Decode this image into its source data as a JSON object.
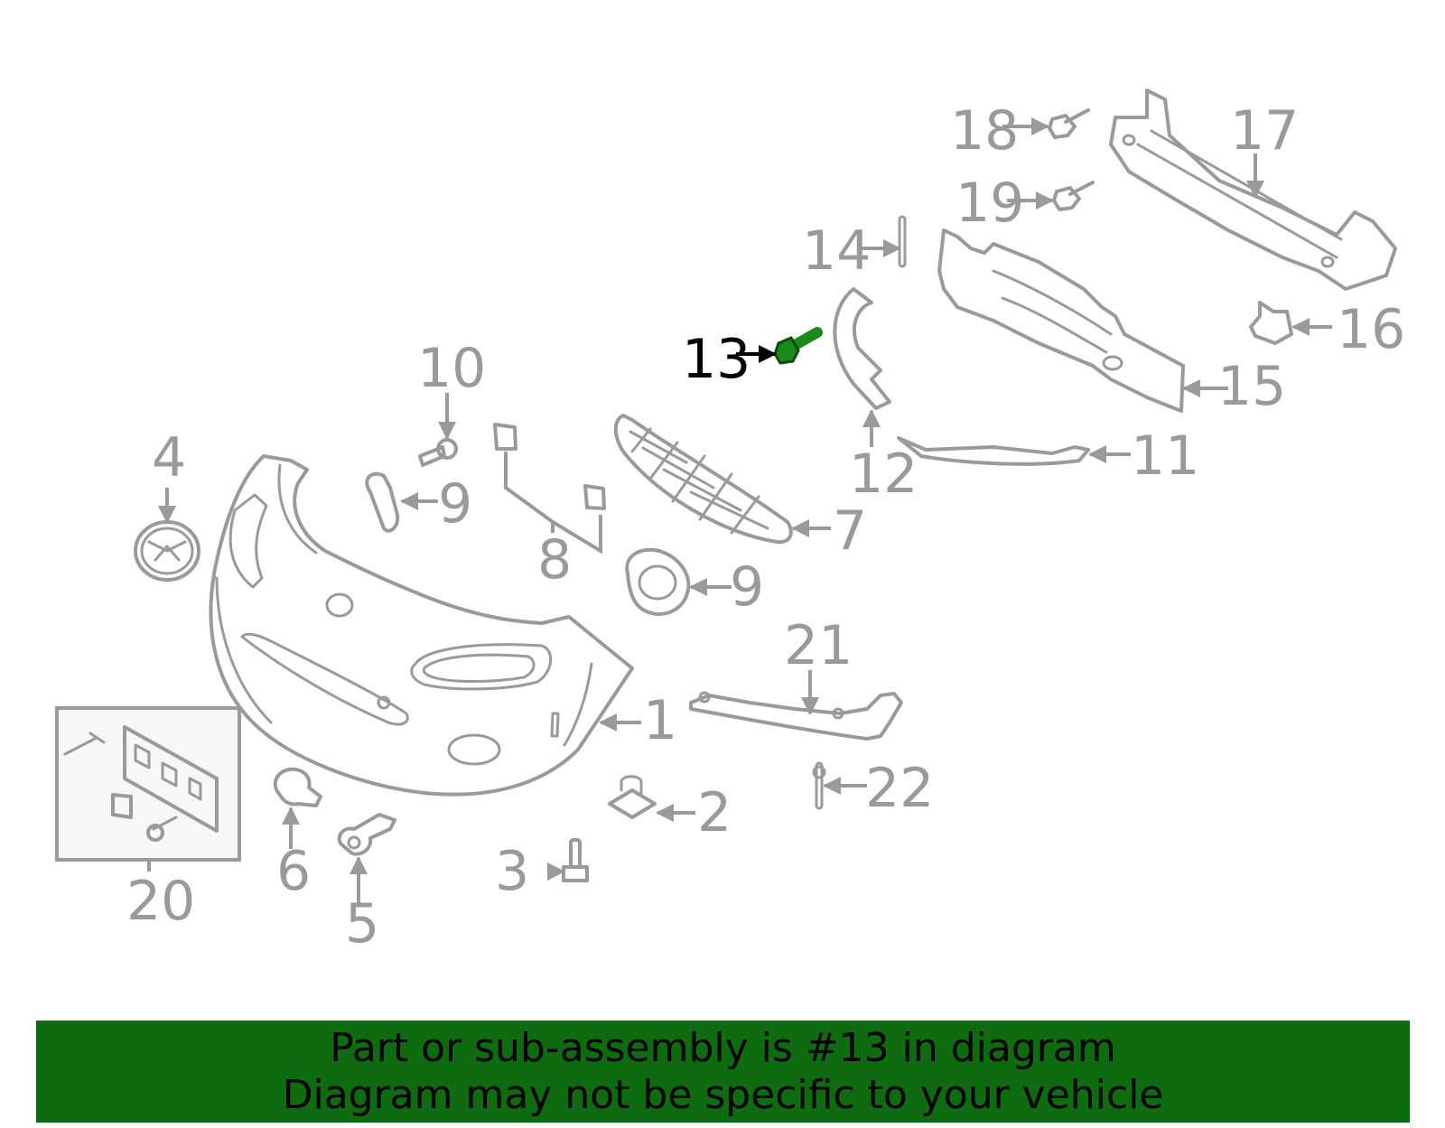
{
  "callouts": [
    {
      "id": "1",
      "label": "1"
    },
    {
      "id": "2",
      "label": "2"
    },
    {
      "id": "3",
      "label": "3"
    },
    {
      "id": "4",
      "label": "4"
    },
    {
      "id": "5",
      "label": "5"
    },
    {
      "id": "6",
      "label": "6"
    },
    {
      "id": "7",
      "label": "7"
    },
    {
      "id": "8",
      "label": "8"
    },
    {
      "id": "9a",
      "label": "9"
    },
    {
      "id": "9b",
      "label": "9"
    },
    {
      "id": "10",
      "label": "10"
    },
    {
      "id": "11",
      "label": "11"
    },
    {
      "id": "12",
      "label": "12"
    },
    {
      "id": "13",
      "label": "13",
      "highlighted": true
    },
    {
      "id": "14",
      "label": "14"
    },
    {
      "id": "15",
      "label": "15"
    },
    {
      "id": "16",
      "label": "16"
    },
    {
      "id": "17",
      "label": "17"
    },
    {
      "id": "18",
      "label": "18"
    },
    {
      "id": "19",
      "label": "19"
    },
    {
      "id": "20",
      "label": "20"
    },
    {
      "id": "21",
      "label": "21"
    },
    {
      "id": "22",
      "label": "22"
    }
  ],
  "banner": {
    "line1": "Part or sub-assembly is #13 in diagram",
    "line2": "Diagram may not be specific to your vehicle"
  },
  "colors": {
    "part_gray": "#9a9a9a",
    "highlight_green": "#1a8a1a",
    "banner_green": "#0f6b0f",
    "highlight_label": "#000000"
  }
}
